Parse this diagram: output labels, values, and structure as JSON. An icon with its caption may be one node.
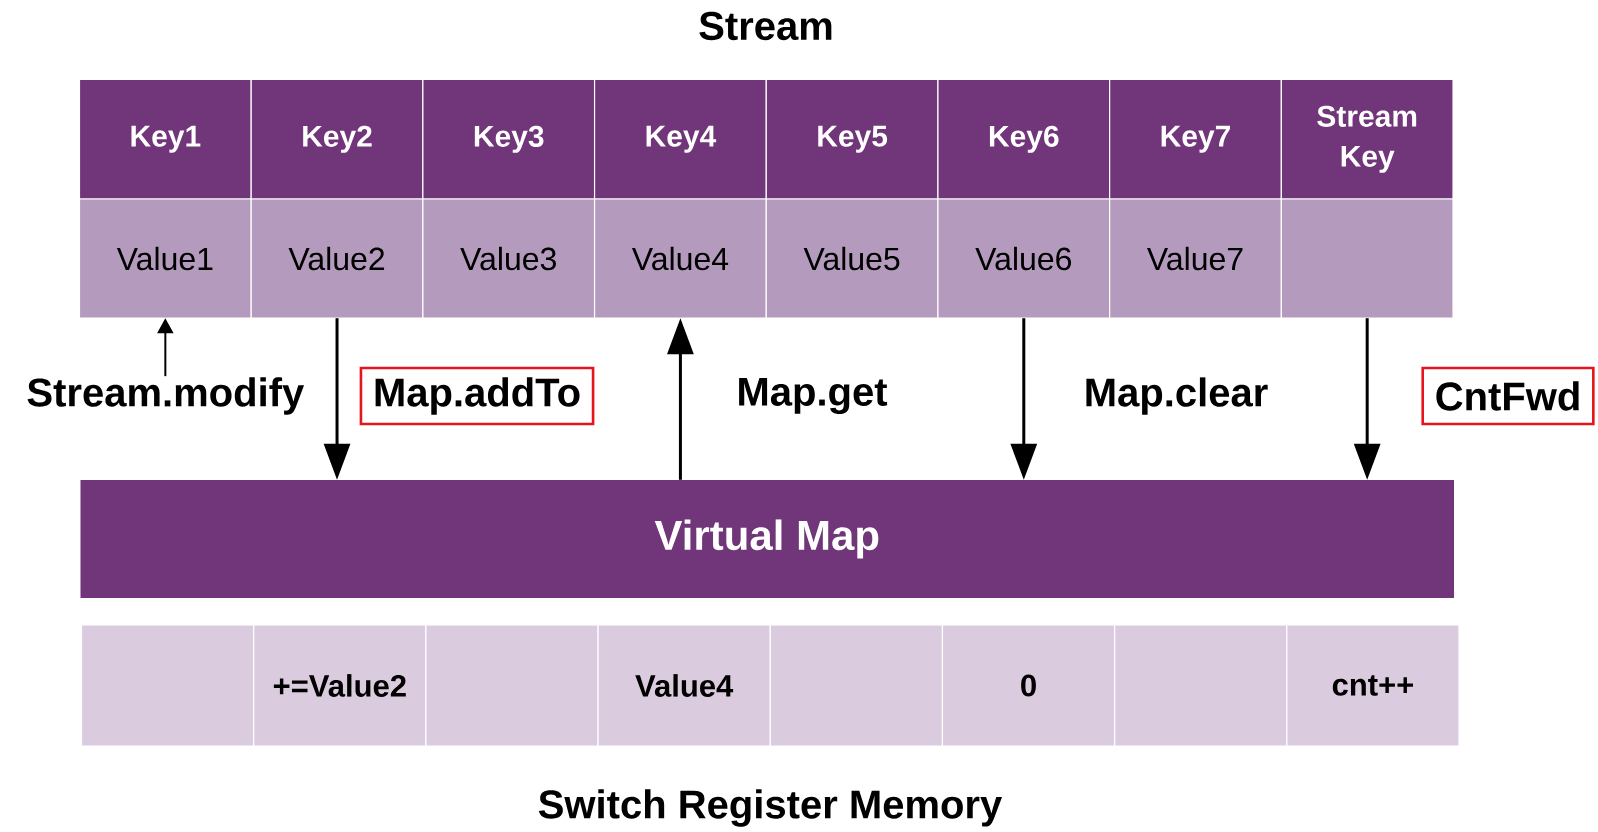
{
  "diagram": {
    "title": "Stream",
    "caption": "Switch Register Memory",
    "nodes": [
      {
        "text": [
          "Key1",
          "Value1"
        ]
      },
      {
        "text": [
          "Key2",
          "Value2"
        ]
      },
      {
        "text": [
          "Key3",
          "Value3"
        ]
      },
      {
        "text": [
          "Key4",
          "Value4"
        ]
      },
      {
        "text": [
          "Key5",
          "Value5"
        ]
      },
      {
        "text": [
          "Key6",
          "Value6"
        ]
      },
      {
        "text": [
          "Key7",
          "Value7"
        ]
      },
      {
        "text": [
          "Stream Key"
        ]
      },
      {
        "text": [
          "Stream.modify"
        ]
      },
      {
        "text": [
          "Map.addTo"
        ]
      },
      {
        "text": [
          "CntFwd"
        ]
      },
      {
        "text": [
          "Virtual Map"
        ]
      },
      {
        "text": [],
        "shape": "box"
      },
      {
        "text": [
          "+=Value2"
        ]
      },
      {
        "text": [],
        "shape": "box"
      },
      {
        "text": [
          "Value4"
        ]
      },
      {
        "text": [],
        "shape": "box"
      },
      {
        "text": [
          "0"
        ]
      },
      {
        "text": [],
        "shape": "box"
      },
      {
        "text": [
          "cnt++"
        ]
      }
    ],
    "edges": [
      {
        "from": 8,
        "to": 0,
        "arrow": "to"
      },
      {
        "from": 1,
        "to": 11,
        "arrow": "to"
      },
      {
        "from": 11,
        "to": 3,
        "arrow": "to",
        "label": "Map.get"
      },
      {
        "from": 5,
        "to": 11,
        "arrow": "to",
        "label": "Map.clear"
      },
      {
        "from": 7,
        "to": 11,
        "arrow": "to"
      }
    ]
  }
}
